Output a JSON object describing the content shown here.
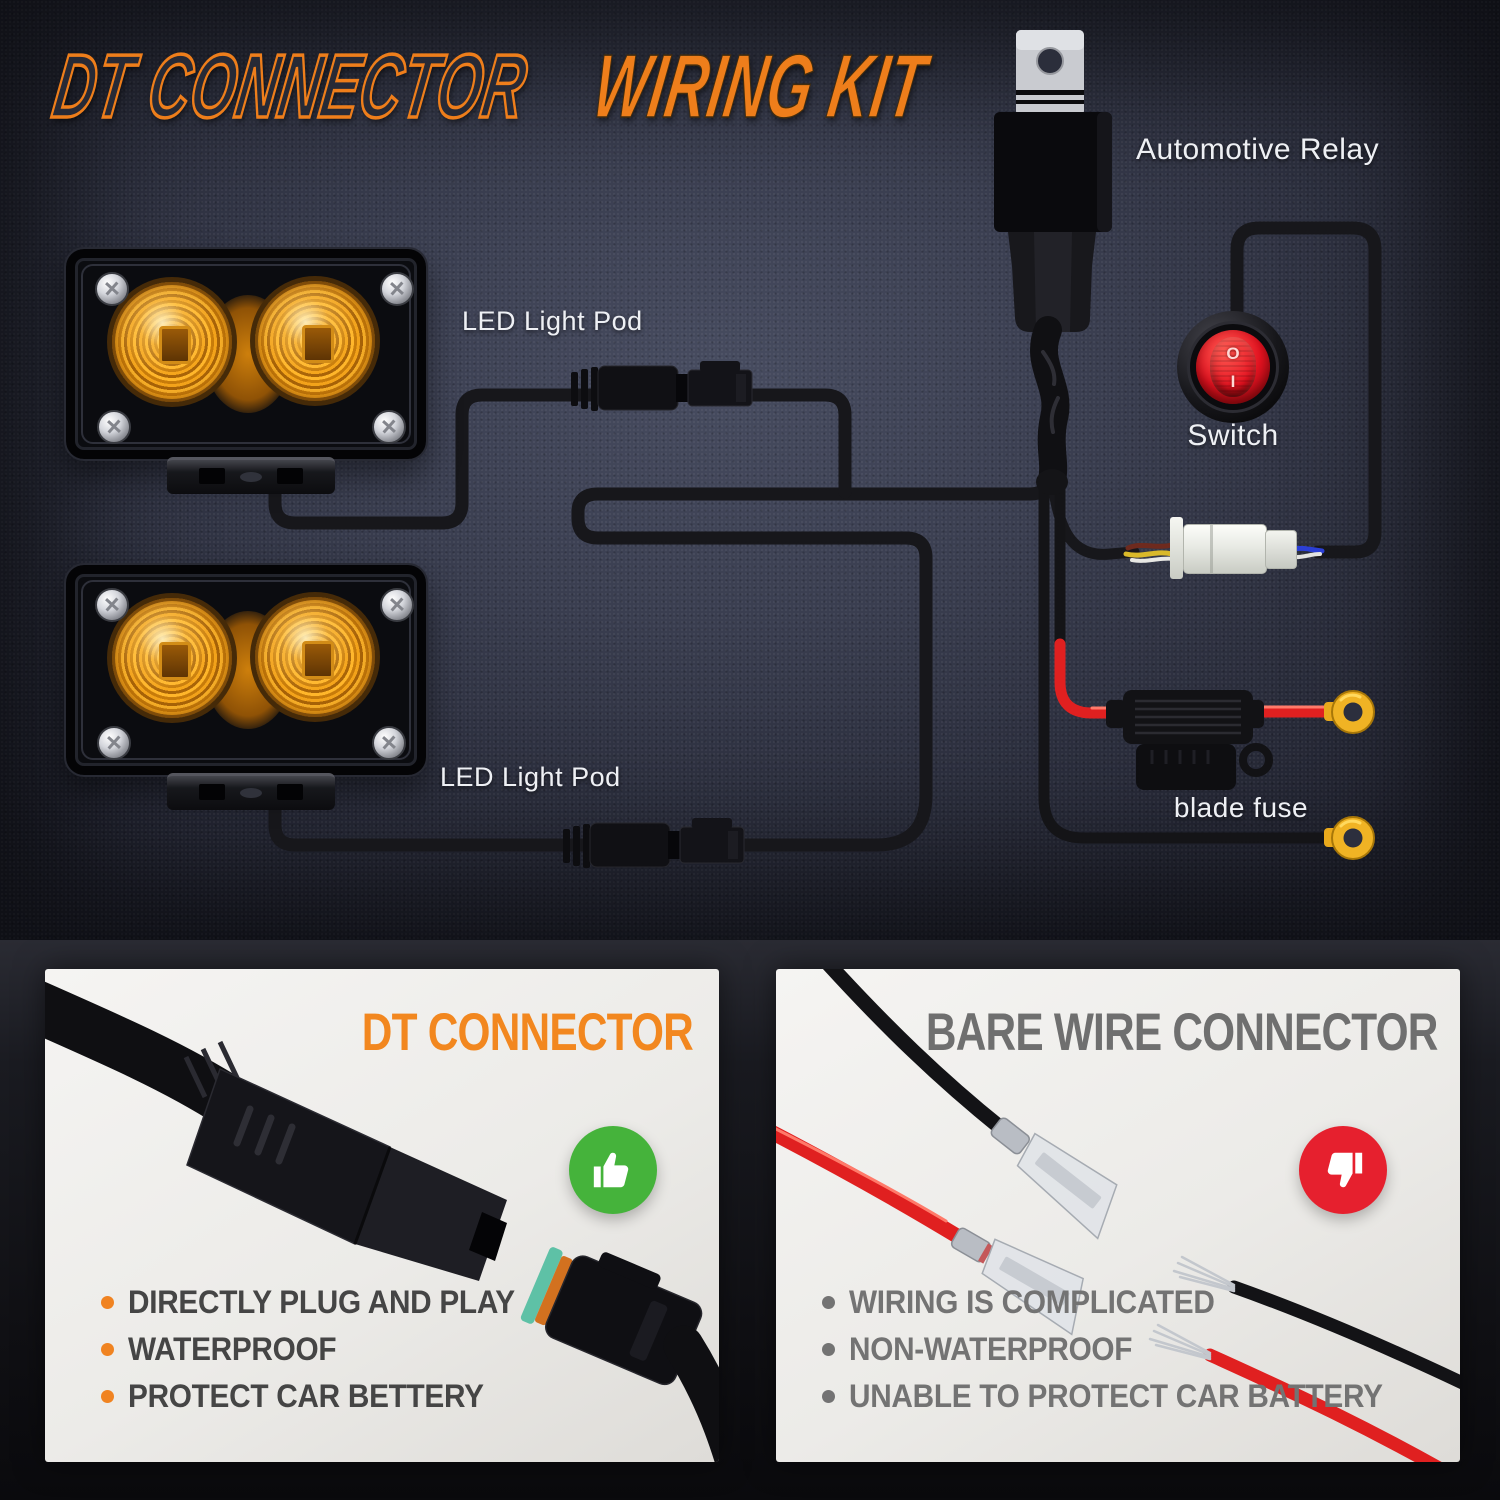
{
  "title": {
    "part1": "DT CONNECTOR",
    "part2": "WIRING KIT"
  },
  "diagram": {
    "labels": {
      "relay": "Automotive Relay",
      "led_pod_top": "LED Light Pod",
      "led_pod_bottom": "LED Light Pod",
      "switch": "Switch",
      "blade_fuse": "blade fuse"
    },
    "switch": {
      "off_marking": "O",
      "on_marking": "I"
    }
  },
  "panels": {
    "left": {
      "title": "DT CONNECTOR",
      "verdict_icon": "thumbs-up-icon",
      "bullets": [
        "DIRECTLY PLUG AND PLAY",
        "WATERPROOF",
        "PROTECT CAR BETTERY"
      ]
    },
    "right": {
      "title": "BARE WIRE CONNECTOR",
      "verdict_icon": "thumbs-down-icon",
      "bullets": [
        "WIRING IS COMPLICATED",
        "NON-WATERPROOF",
        "UNABLE TO PROTECT CAR BATTERY"
      ]
    }
  },
  "colors": {
    "accent_orange": "#ee7e1b",
    "panel_title_gray": "#6f6f6f",
    "thumbs_up_green": "#45b33b",
    "thumbs_down_red": "#e6202e",
    "amber_lens": "#f5a51b",
    "wire_black": "#17171b",
    "wire_red": "#e02020",
    "ring_terminal_yellow": "#f0b324",
    "switch_red": "#e51220"
  }
}
